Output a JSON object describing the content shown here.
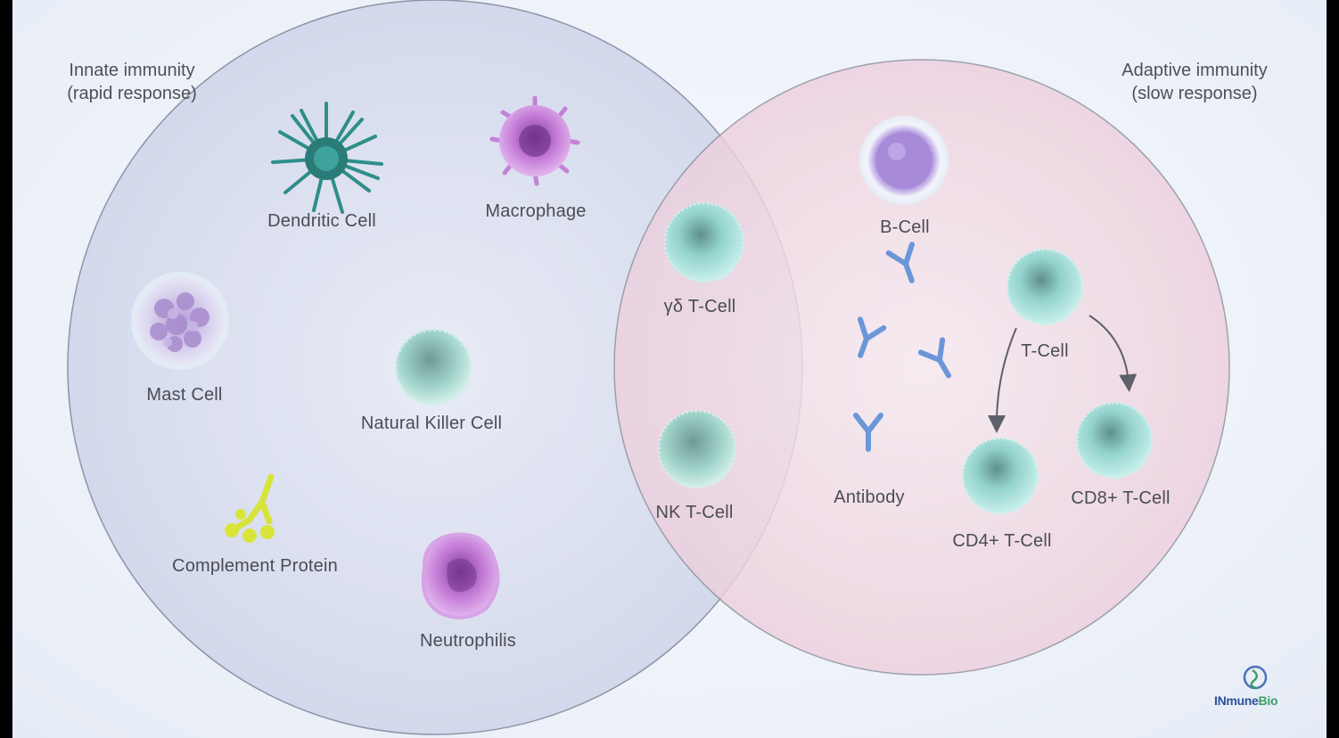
{
  "innate": {
    "title": "Innate immunity",
    "subtitle": "(rapid response)",
    "cells": {
      "dendritic": "Dendritic Cell",
      "macrophage": "Macrophage",
      "mast": "Mast Cell",
      "nk": "Natural Killer Cell",
      "complement": "Complement Protein",
      "neutrophil": "Neutrophilis"
    }
  },
  "adaptive": {
    "title": "Adaptive immunity",
    "subtitle": "(slow response)",
    "cells": {
      "bcell": "B-Cell",
      "tcell": "T-Cell",
      "antibody": "Antibody",
      "cd4": "CD4+ T-Cell",
      "cd8": "CD8+ T-Cell"
    }
  },
  "overlap": {
    "gd_tcell": "γδ T-Cell",
    "nk_tcell": "NK T-Cell"
  },
  "logo": {
    "brand": "INmune",
    "suffix": "Bio"
  },
  "colors": {
    "innate_circle": "#d6dcee",
    "adaptive_circle": "#f2d6e2",
    "tcell": "#7ccfc8",
    "macrophage": "#c77ad8",
    "dendritic": "#2e8a86",
    "complement": "#d7e63a",
    "antibody": "#5f8fd6"
  }
}
